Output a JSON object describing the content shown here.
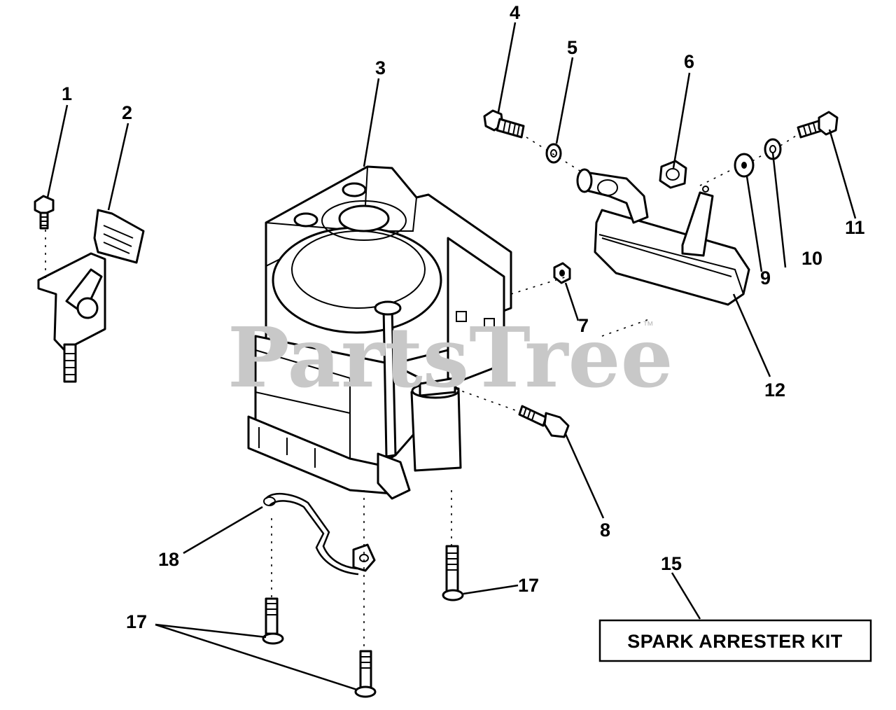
{
  "watermark": {
    "text": "PartsTree",
    "trademark": "™"
  },
  "callouts": {
    "c1": "1",
    "c2": "2",
    "c3": "3",
    "c4": "4",
    "c5": "5",
    "c6": "6",
    "c7": "7",
    "c8": "8",
    "c9": "9",
    "c10": "10",
    "c11": "11",
    "c12": "12",
    "c15": "15",
    "c17a": "17",
    "c17b": "17",
    "c18": "18"
  },
  "kit_box": {
    "label": "SPARK ARRESTER KIT"
  }
}
